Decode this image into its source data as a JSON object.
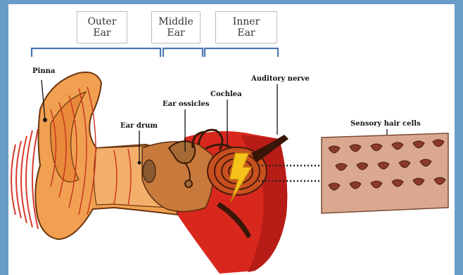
{
  "sections": {
    "outer": [
      "Outer",
      "Ear"
    ],
    "middle": [
      "Middle",
      "Ear"
    ],
    "inner": [
      "Inner",
      "Ear"
    ]
  },
  "labels": {
    "pinna": "Pinna",
    "ear_drum": "Ear drum",
    "ear_ossicles": "Ear ossicles",
    "cochlea": "Cochlea",
    "auditory_nerve": "Auditory nerve",
    "sensory_hair_cells": "Sensory hair cells"
  },
  "colors": {
    "frame": "#6a9cc9",
    "bracket": "#4a77b0",
    "ear_orange": "#f0a050",
    "inner_red": "#d8281e",
    "bolt": "#f5c21a",
    "hair_cell_tissue": "#d9a88e"
  }
}
